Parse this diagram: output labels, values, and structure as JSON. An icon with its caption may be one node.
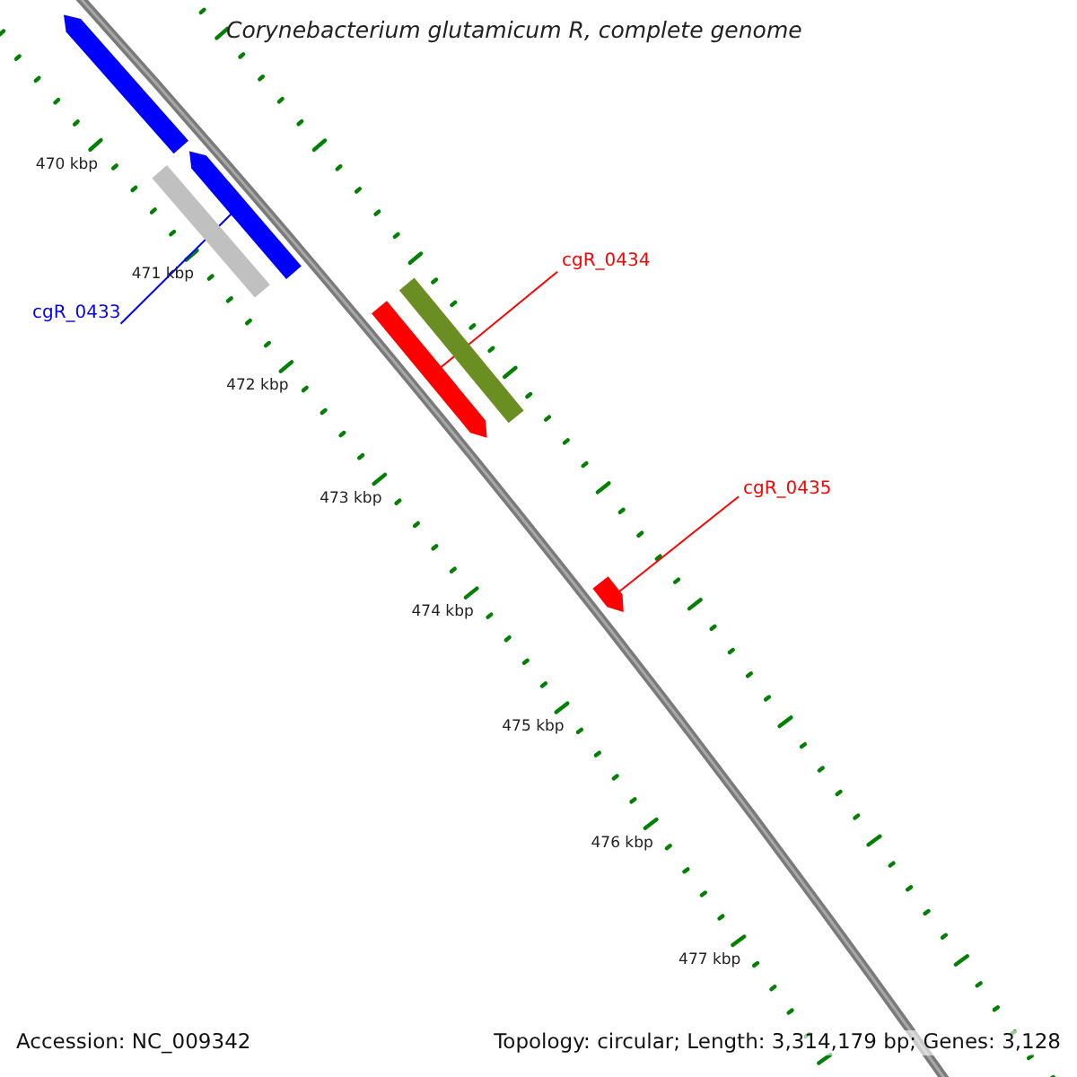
{
  "diagram": {
    "title": "Corynebacterium glutamicum R, complete genome",
    "nodes": [
      {
        "text": [],
        "shape": "arrow"
      },
      {
        "text": [],
        "shape": "arrow"
      },
      {
        "text": [],
        "shape": "bar"
      },
      {
        "text": [],
        "shape": "bar"
      },
      {
        "text": [],
        "shape": "arrow"
      },
      {
        "text": [],
        "shape": "arrow"
      },
      {
        "text": [
          "cgR_0433"
        ]
      },
      {
        "text": [
          "cgR_0434"
        ]
      },
      {
        "text": [
          "cgR_0435"
        ]
      }
    ],
    "edges": [
      {
        "from": 6,
        "to": 1,
        "arrow": "none",
        "color": "#0000ff"
      },
      {
        "from": 7,
        "to": 4,
        "arrow": "none"
      },
      {
        "from": 8,
        "to": 5,
        "arrow": "none"
      }
    ],
    "labels": [
      "470 kbp",
      "471 kbp",
      "472 kbp",
      "473 kbp",
      "474 kbp",
      "475 kbp",
      "476 kbp",
      "477 kbp",
      "Accession: NC_009342",
      "Topology: circular; Length: 3,314,179 bp; Genes: 3,128"
    ]
  }
}
